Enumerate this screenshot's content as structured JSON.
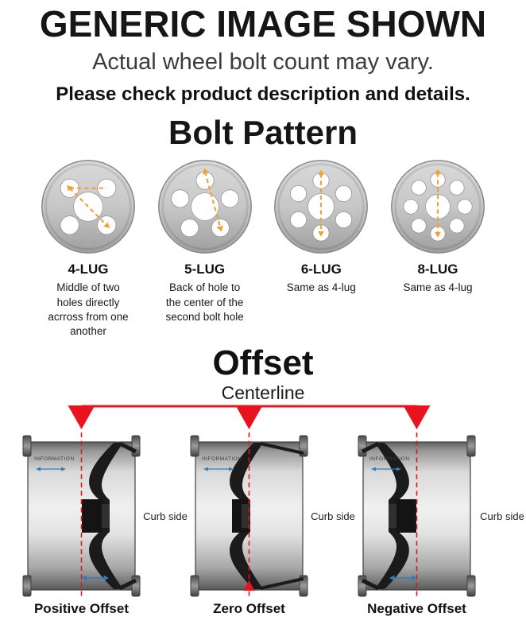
{
  "header": {
    "title": "GENERIC IMAGE SHOWN",
    "subtitle": "Actual wheel bolt count may vary.",
    "note": "Please check product description and details."
  },
  "bolt_pattern": {
    "title": "Bolt Pattern",
    "items": [
      {
        "label": "4-LUG",
        "description": "Middle of two holes directly acrross from one another"
      },
      {
        "label": "5-LUG",
        "description": "Back of hole to the center of the second bolt hole"
      },
      {
        "label": "6-LUG",
        "description": "Same as 4-lug"
      },
      {
        "label": "8-LUG",
        "description": "Same as 4-lug"
      }
    ]
  },
  "offset": {
    "title": "Offset",
    "centerline_label": "Centerline",
    "curb_side_label": "Curb side",
    "barrel_text": "INFORMATION",
    "items": [
      {
        "label": "Positive Offset",
        "type": "positive"
      },
      {
        "label": "Zero Offset",
        "type": "zero"
      },
      {
        "label": "Negative Offset",
        "type": "negative"
      }
    ]
  },
  "colors": {
    "centerline_red": "#e8131c",
    "measure_blue": "#2e7fc0",
    "pattern_dash_orange": "#f2a136"
  }
}
